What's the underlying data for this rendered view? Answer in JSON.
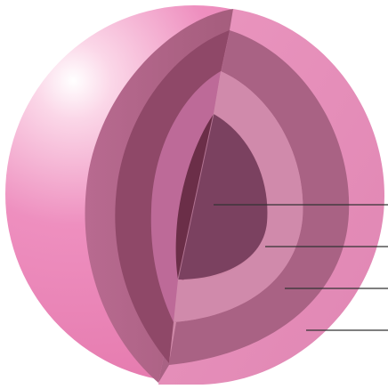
{
  "diagram": {
    "colors": {
      "background": "#ffffff",
      "crust_outer": "#e97fb3",
      "crust_cut": "#e08ab5",
      "mantle_side": "#a8607f",
      "mantle_cut": "#b56a8f",
      "outer_core_side": "#914b6c",
      "outer_core_cut": "#a96485",
      "inner_shell_side": "#c06d9a",
      "inner_shell_cut": "#d48aab",
      "core_side": "#6d3049",
      "core_cut": "#7b4260",
      "leader_line": "#333333"
    },
    "layers": [
      {
        "id": "inner-core"
      },
      {
        "id": "outer-core"
      },
      {
        "id": "mantle"
      },
      {
        "id": "crust"
      }
    ]
  }
}
